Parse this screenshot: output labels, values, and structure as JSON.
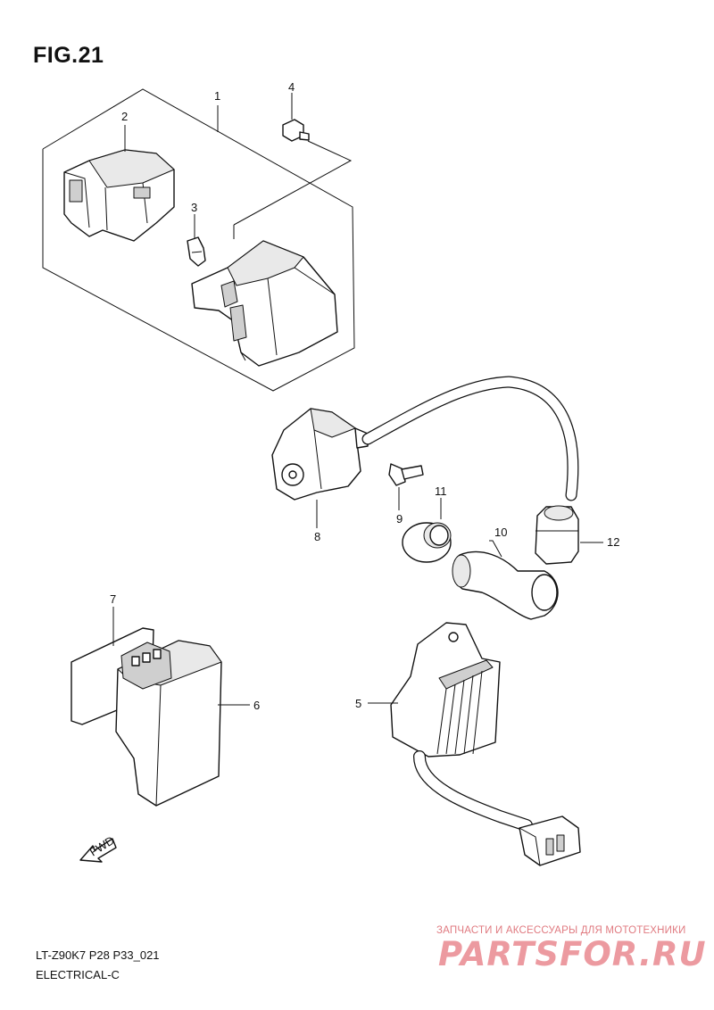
{
  "title": "FIG.21",
  "callouts": [
    "1",
    "2",
    "3",
    "4",
    "5",
    "6",
    "7",
    "8",
    "9",
    "10",
    "11",
    "12"
  ],
  "arrow_label": "FWD",
  "footer": {
    "code": "LT-Z90K7 P28 P33_021",
    "section": "ELECTRICAL-C"
  },
  "watermark": {
    "tagline": "ЗАПЧАСТИ И АКСЕССУАРЫ ДЛЯ МОТОТЕХНИКИ",
    "brand": "PARTSFOR.RU"
  },
  "colors": {
    "line": "#111111",
    "watermark": "#ec9aa0"
  }
}
